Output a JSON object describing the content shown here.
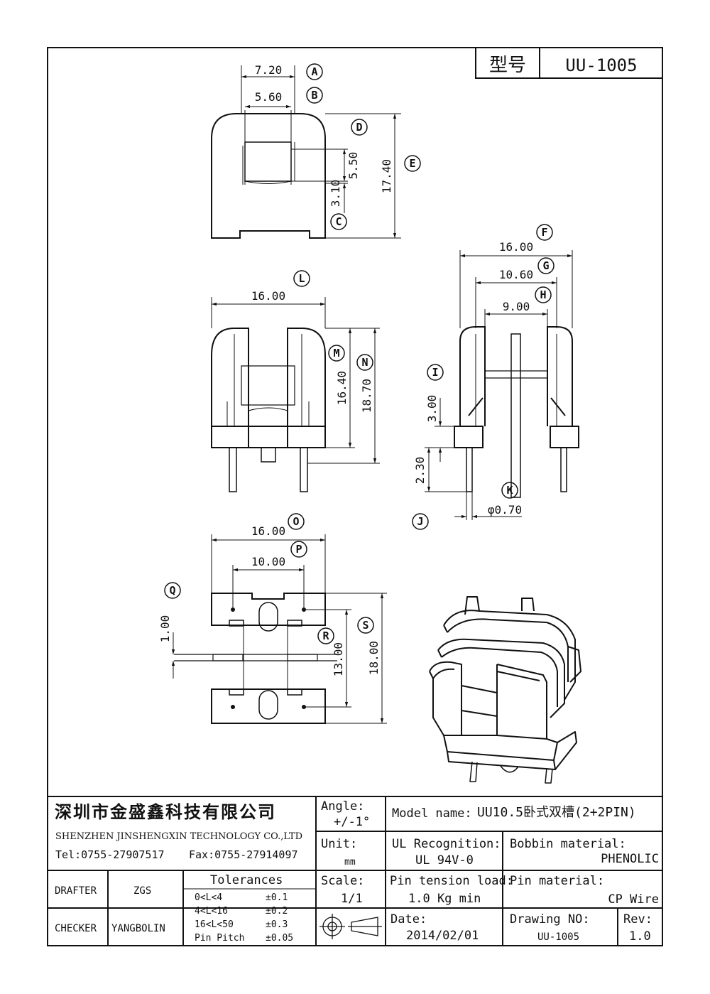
{
  "model_box": {
    "label": "型号",
    "value": "UU-1005"
  },
  "views": {
    "top": {
      "dims": [
        "7.20",
        "5.60",
        "5.50",
        "3.10",
        "17.40"
      ],
      "markers": [
        "A",
        "B",
        "C",
        "D",
        "E"
      ]
    },
    "front": {
      "dims": [
        "16.00",
        "16.40",
        "18.70"
      ],
      "markers": [
        "L",
        "M",
        "N"
      ]
    },
    "side": {
      "dims": [
        "16.00",
        "10.60",
        "9.00",
        "3.00",
        "2.30",
        "φ0.70"
      ],
      "markers": [
        "F",
        "G",
        "H",
        "I",
        "J",
        "K"
      ]
    },
    "bottom": {
      "dims": [
        "16.00",
        "10.00",
        "1.00",
        "13.00",
        "18.00"
      ],
      "markers": [
        "O",
        "P",
        "Q",
        "R",
        "S"
      ]
    }
  },
  "title_block": {
    "company_cn": "深圳市金盛鑫科技有限公司",
    "company_en": "SHENZHEN JINSHENGXIN TECHNOLOGY CO.,LTD",
    "tel": "Tel:0755-27907517",
    "fax": "Fax:0755-27914097",
    "angle_label": "Angle:",
    "angle_value": "+/-1°",
    "model_name_label": "Model name:",
    "model_name_value": "UU10.5卧式双槽(2+2PIN)",
    "unit_label": "Unit:",
    "unit_value": "mm",
    "ul_label": "UL Recognition:",
    "ul_value": "UL 94V-0",
    "bobbin_label": "Bobbin material:",
    "bobbin_value": "PHENOLIC",
    "drafter_label": "DRAFTER",
    "drafter_value": "ZGS",
    "checker_label": "CHECKER",
    "checker_value": "YANGBOLIN",
    "tolerances_title": "Tolerances",
    "tolerances": [
      {
        "range": "0<L<4",
        "value": "±0.1"
      },
      {
        "range": "4<L<16",
        "value": "±0.2"
      },
      {
        "range": "16<L<50",
        "value": "±0.3"
      },
      {
        "range": "Pin Pitch",
        "value": "±0.05"
      }
    ],
    "scale_label": "Scale:",
    "scale_value": "1/1",
    "pin_tension_label": "Pin tension load:",
    "pin_tension_value": "1.0 Kg min",
    "pin_material_label": "Pin material:",
    "pin_material_value": "CP Wire",
    "date_label": "Date:",
    "date_value": "2014/02/01",
    "drawing_no_label": "Drawing NO:",
    "drawing_no_value": "UU-1005",
    "rev_label": "Rev:",
    "rev_value": "1.0"
  }
}
